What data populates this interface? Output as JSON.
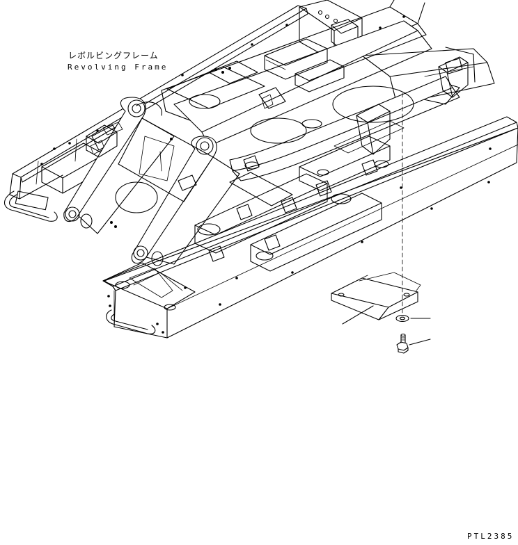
{
  "labels": {
    "component_jp": "レボルビングフレーム",
    "component_en": "Revolving Frame",
    "drawing_code": "PTL2385"
  }
}
